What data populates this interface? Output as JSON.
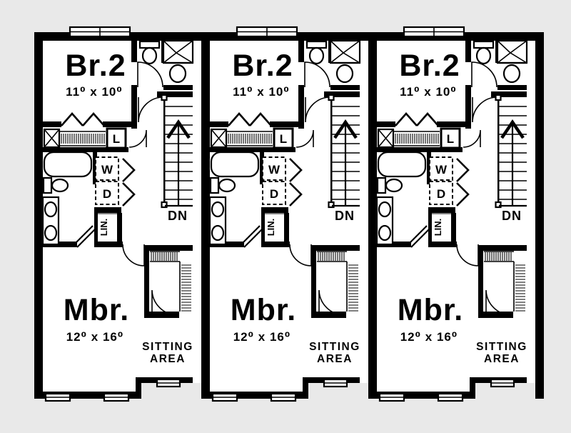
{
  "page": {
    "background_color": "#e9e9e9",
    "paper_color": "#ffffff",
    "ink_color": "#000000"
  },
  "unit_labels": {
    "bedroom2": "Br.2",
    "bedroom2_dims": "11⁰ x 10⁰",
    "master": "Mbr.",
    "master_dims": "12⁰ x 16⁰",
    "sitting_line1": "SITTING",
    "sitting_line2": "AREA",
    "linen_short": "L",
    "washer": "W",
    "dryer": "D",
    "linen_closet": "LIN.",
    "stairs_down": "DN"
  },
  "units": [
    {
      "id": "unit-1"
    },
    {
      "id": "unit-2"
    },
    {
      "id": "unit-3"
    }
  ]
}
